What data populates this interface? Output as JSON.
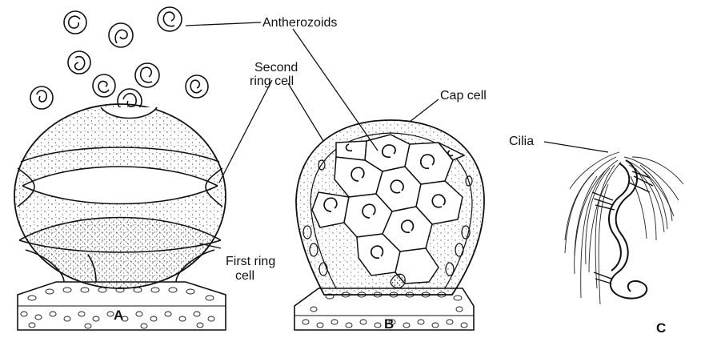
{
  "labels": {
    "antherozoids": "Antherozoids",
    "second_ring_cell_line1": "Second",
    "second_ring_cell_line2": "ring cell",
    "cap_cell": "Cap cell",
    "first_ring_cell_line1": "First ring",
    "first_ring_cell_line2": "cell",
    "cilia": "Cilia"
  },
  "figure_letters": {
    "a": "A",
    "b": "B",
    "c": "C"
  }
}
